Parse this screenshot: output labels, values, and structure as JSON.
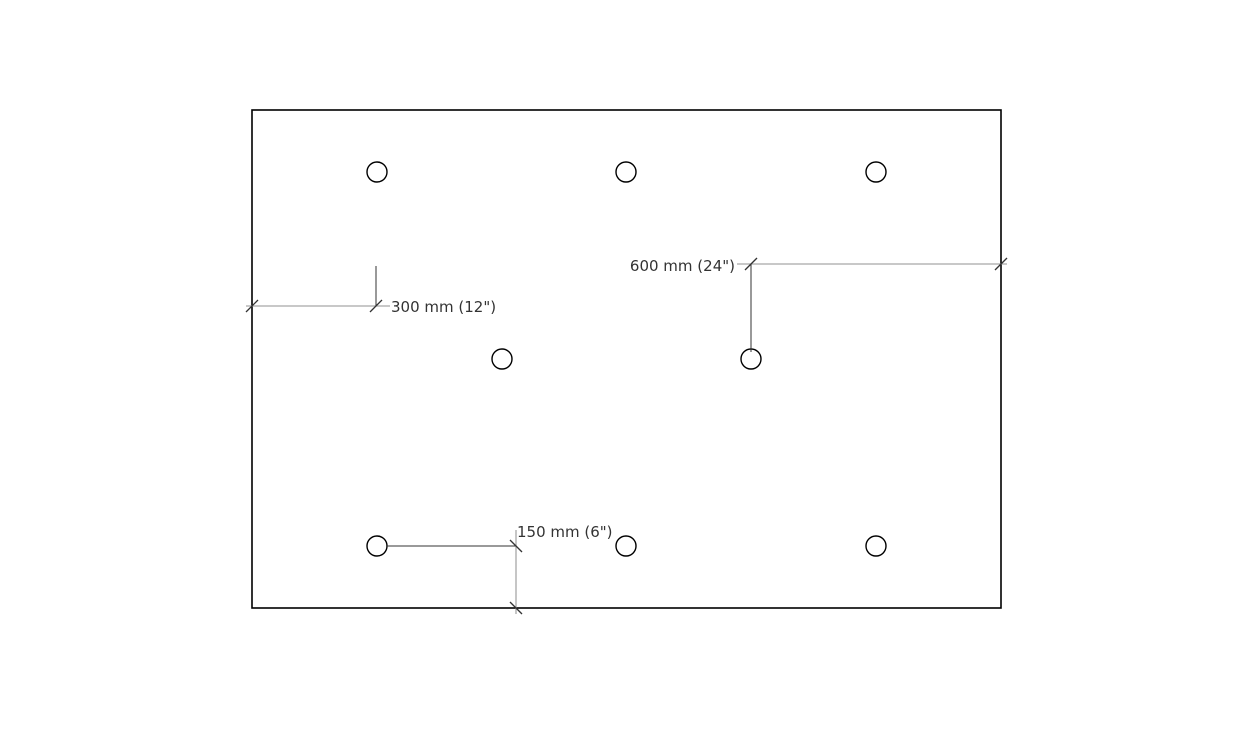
{
  "diagram": {
    "dimensions": {
      "left_offset": "300 mm (12\")",
      "right_offset": "600 mm (24\")",
      "bottom_offset": "150 mm (6\")"
    },
    "hole_count": 8,
    "colors": {
      "line": "#000000",
      "dimension": "#a8a8a8",
      "text": "#333333"
    }
  }
}
